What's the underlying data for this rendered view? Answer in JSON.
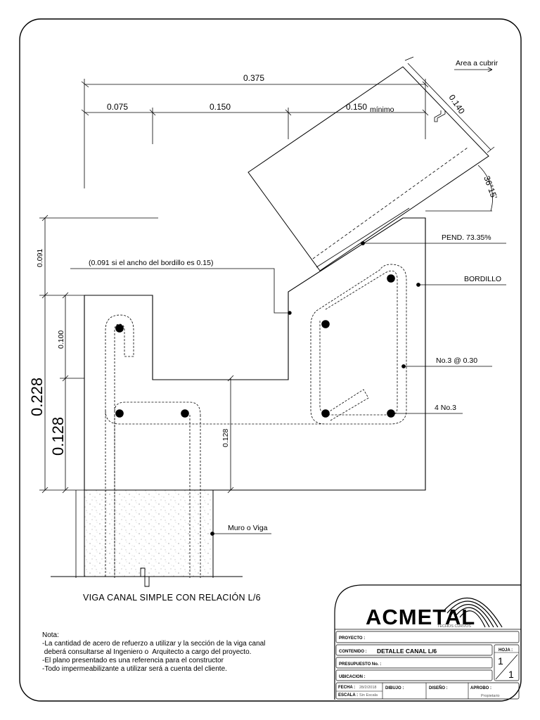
{
  "drawing": {
    "title": "VIGA CANAL SIMPLE CON RELACIÓN L/6",
    "dimensions": {
      "total_width": "0.375",
      "seg_1": "0.075",
      "seg_2": "0.150",
      "seg_3": "0.150",
      "seg_3_note": "mínimo",
      "top_gap": "0.091",
      "height_total": "0.228",
      "height_lower": "0.128",
      "height_upper": "0.100",
      "inner_height": "0.128",
      "roof_depth": "0.140",
      "angle": "36°15'"
    },
    "labels": {
      "area_cubrir": "Area a cubrir",
      "bordillo_note": "(0.091 si el ancho del bordillo es 0.15)",
      "pendiente": "PEND. 73.35%",
      "bordillo": "BORDILLO",
      "estribos": "No.3 @ 0.30",
      "varillas": "4 No.3",
      "muro": "Muro o Viga"
    }
  },
  "notes": {
    "heading": "Nota:",
    "lines": [
      "-La cantidad de acero de refuerzo a utilizar y la sección de la viga canal",
      " deberá consultarse al Ingeniero o  Arquitecto a cargo del proyecto.",
      "-El plano presentado es una referencia para el constructor",
      "-Todo impermeabilizante a utilizar será a cuenta del cliente."
    ]
  },
  "title_block": {
    "logo": "ACMETAL",
    "logo_sub": "TECHOS CURVOS",
    "proyecto_label": "PROYECTO :",
    "contenido_label": "CONTENIDO :",
    "contenido_value": "DETALLE CANAL L/6",
    "presupuesto_label": "PRESUPUESTO No. :",
    "ubicacion_label": "UBICACION :",
    "hoja_label": "HOJA :",
    "hoja_num": "1",
    "hoja_total": "1",
    "fecha_label": "FECHA :",
    "fecha_value": "28/2/2018",
    "escala_label": "ESCALA :",
    "escala_value": "Sin Escala",
    "dibujo_label": "DIBUJO :",
    "diseno_label": "DISEÑO :",
    "aprobo_label": "APROBO :",
    "aprobo_value": "Propietario"
  }
}
